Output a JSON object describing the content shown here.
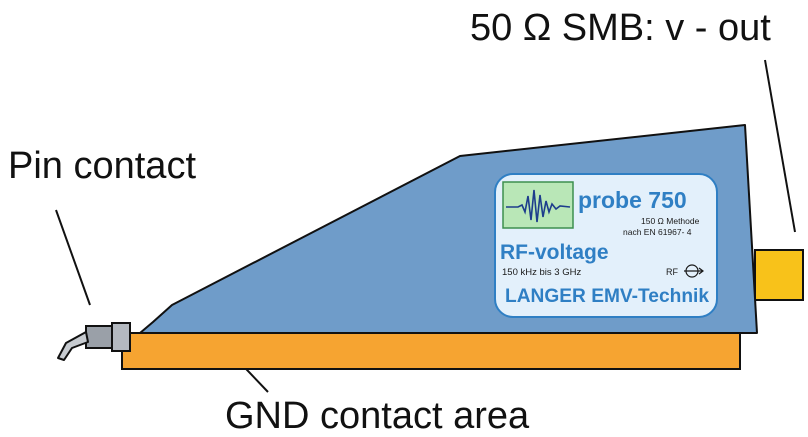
{
  "callouts": {
    "output": "50 Ω SMB:  v - out",
    "pin": "Pin contact",
    "gnd": "GND contact area"
  },
  "probe_label": {
    "model": "probe 750",
    "method": "150 Ω Methode",
    "standard": "nach EN 61967- 4",
    "type": "RF-voltage",
    "range": "150 kHz bis 3 GHz",
    "rf_mark": "RF",
    "maker": "LANGER EMV-Technik"
  },
  "colors": {
    "housing": "#6f9cc9",
    "base": "#f6a431",
    "connector": "#f8c21a",
    "label_panel": "#e3f0fb",
    "label_text": "#2f7fc4",
    "scope_window": "#b9e7b7",
    "pin": "#9aa0a8",
    "outline": "#111111"
  },
  "icons": [
    "waveform-icon",
    "rf-output-icon"
  ]
}
